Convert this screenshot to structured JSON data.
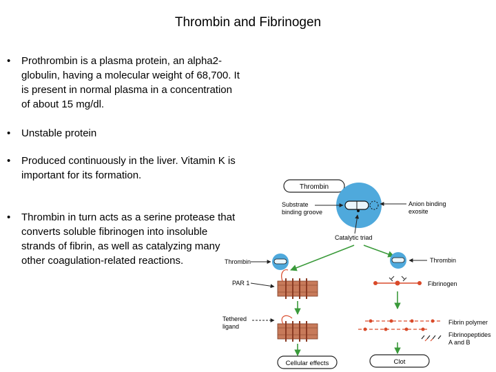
{
  "slide": {
    "title": "Thrombin and Fibrinogen",
    "bullets": [
      "Prothrombin is a plasma protein, an alpha2-globulin, having a molecular weight of 68,700. It is present in normal plasma in a concentration of about 15 mg/dl.",
      "Unstable protein",
      "Produced continuously in the liver. Vitamin K is important for its formation.",
      "Thrombin in turn acts as a serine protease that converts soluble fibrinogen into insoluble strands of fibrin, as well as catalyzing many other coagulation-related reactions."
    ],
    "bullet_symbol": "•"
  },
  "diagram": {
    "thrombin_header": "Thrombin",
    "substrate_groove": [
      "Substrate",
      "binding groove"
    ],
    "anion_exosite": [
      "Anion binding",
      "exosite"
    ],
    "catalytic_triad": "Catalytic triad",
    "left_thrombin": "Thrombin",
    "par1": "PAR 1",
    "tethered_ligand": [
      "Tethered",
      "ligand"
    ],
    "right_thrombin": "Thrombin",
    "fibrinogen": "Fibrinogen",
    "fibrin_polymer": "Fibrin polymer",
    "fibrinopeptides": [
      "Fibrinopeptides",
      "A and B"
    ],
    "cellular_effects": "Cellular effects",
    "clot": "Clot",
    "colors": {
      "thrombin_blue": "#4fa9dc",
      "arrow_green": "#3a9a3a",
      "fibrin_red": "#d94a2a",
      "membrane_brown": "#a6583c"
    }
  }
}
